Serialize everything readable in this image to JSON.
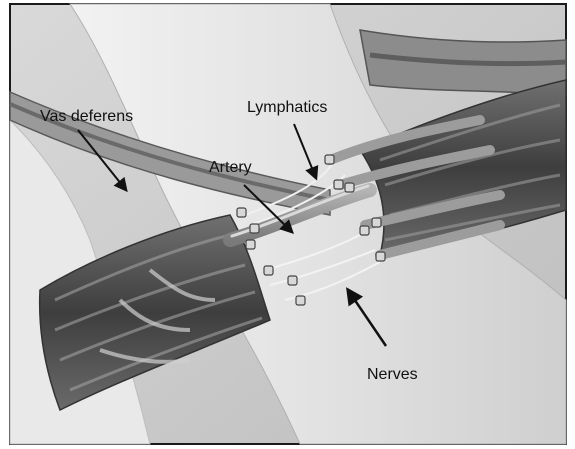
{
  "labels": {
    "vas_deferens": "Vas deferens",
    "lymphatics": "Lymphatics",
    "artery": "Artery",
    "nerves": "Nerves"
  },
  "colors": {
    "background": "#ffffff",
    "frame": "#1a1a1a",
    "cord_dark": "#4a4a4a",
    "cord_mid": "#8a8a8a",
    "tissue_light": "#e6e6e6"
  }
}
